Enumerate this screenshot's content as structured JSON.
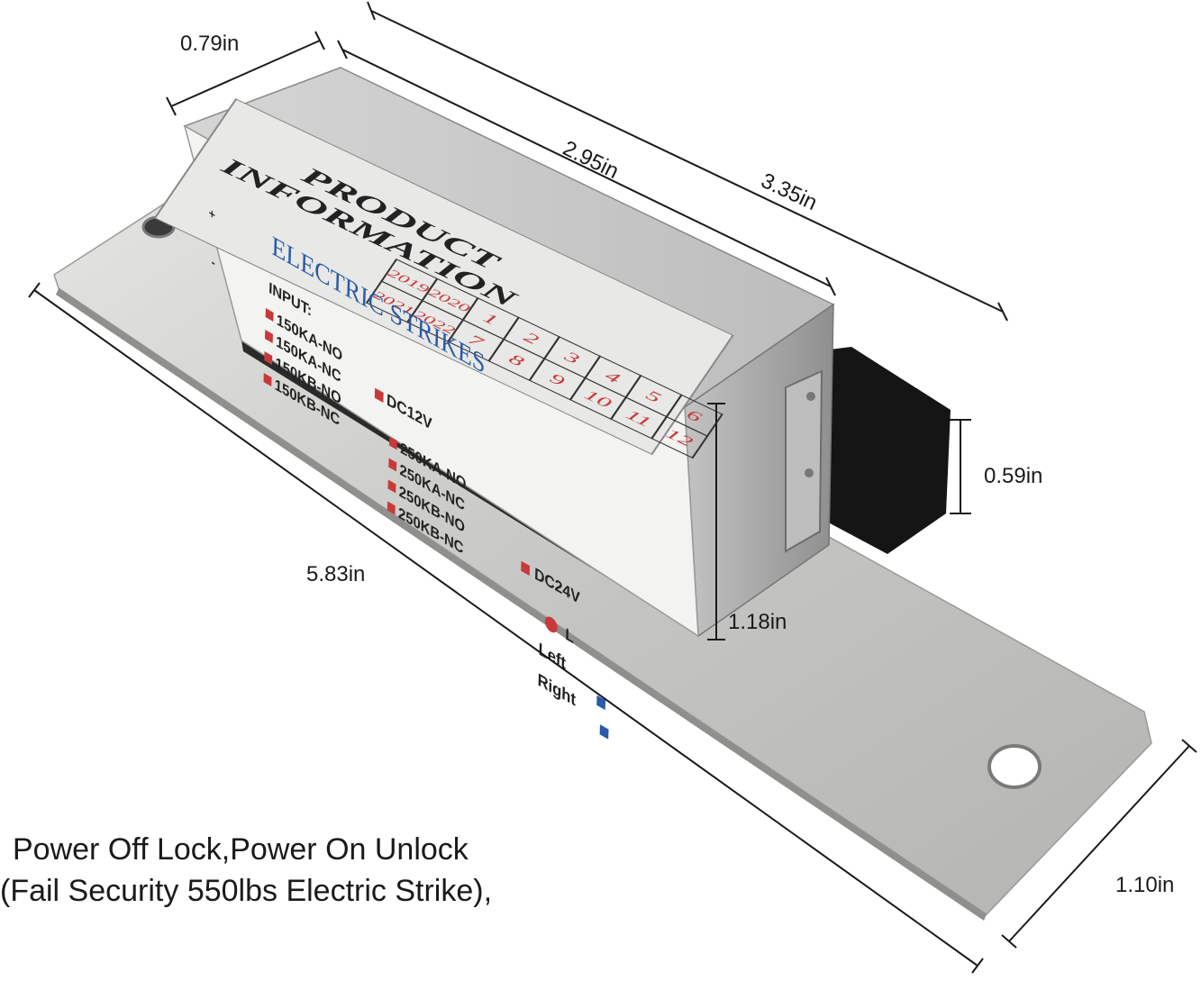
{
  "dimensions": {
    "width_top": "0.79in",
    "body_length": "2.95in",
    "overall_length": "3.35in",
    "latch_height": "0.59in",
    "body_height": "1.18in",
    "plate_length": "5.83in",
    "plate_width": "1.10in"
  },
  "label": {
    "product_info_line1": "PRODUCT",
    "product_info_line2": "INFORMATION",
    "years": [
      "2019",
      "2020",
      "2021",
      "2022"
    ],
    "grid_numbers": [
      "1",
      "2",
      "3",
      "4",
      "5",
      "6",
      "7",
      "8",
      "9",
      "10",
      "11",
      "12"
    ],
    "title": "ELECTRIC STRIKES",
    "input_heading": "INPUT:",
    "models_150": [
      "150KA-NO",
      "150KA-NC",
      "150KB-NO",
      "150KB-NC"
    ],
    "models_250": [
      "250KA-NO",
      "250KA-NC",
      "250KB-NO",
      "250KB-NC"
    ],
    "voltage_12": "DC12V",
    "voltage_24": "DC24V",
    "side_l": "L",
    "side_left": "Left",
    "side_right": "Right",
    "spring_plus": "+",
    "spring_minus": "-"
  },
  "caption": {
    "line1": "Power Off Lock,Power On Unlock",
    "line2": "(Fail Security 550lbs Electric Strike),"
  },
  "colors": {
    "plate": "#c9c9c7",
    "label_red": "#c83a3a",
    "label_blue": "#2a5aa8",
    "latch_black": "#151515"
  }
}
